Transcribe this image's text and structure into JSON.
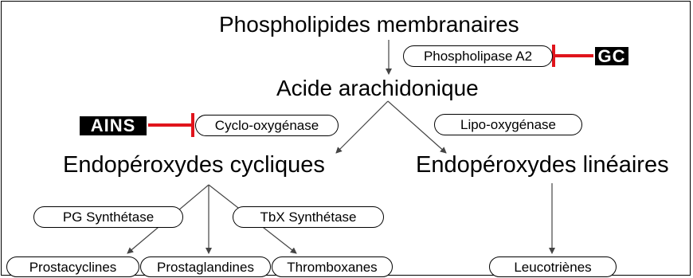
{
  "nodes": {
    "phospholipides": "Phospholipides membranaires",
    "acide": "Acide arachidonique",
    "endo_cycliques": "Endopéroxydes cycliques",
    "endo_lineaires": "Endopéroxydes linéaires"
  },
  "enzymes": {
    "phospholipase": "Phospholipase A2",
    "cyclo": "Cyclo-oxygénase",
    "lipo": "Lipo-oxygénase",
    "pg_synth": "PG Synthétase",
    "tbx_synth": "TbX Synthétase"
  },
  "products": {
    "prostacyclines": "Prostacyclines",
    "prostaglandines": "Prostaglandines",
    "thromboxanes": "Thromboxanes",
    "leucotrienes": "Leucotriènes"
  },
  "inhibitors": {
    "gc": "GC",
    "ains": "AINS"
  },
  "colors": {
    "inhibition": "#e0141c",
    "arrow": "#444444",
    "tag_bg": "#000000"
  }
}
